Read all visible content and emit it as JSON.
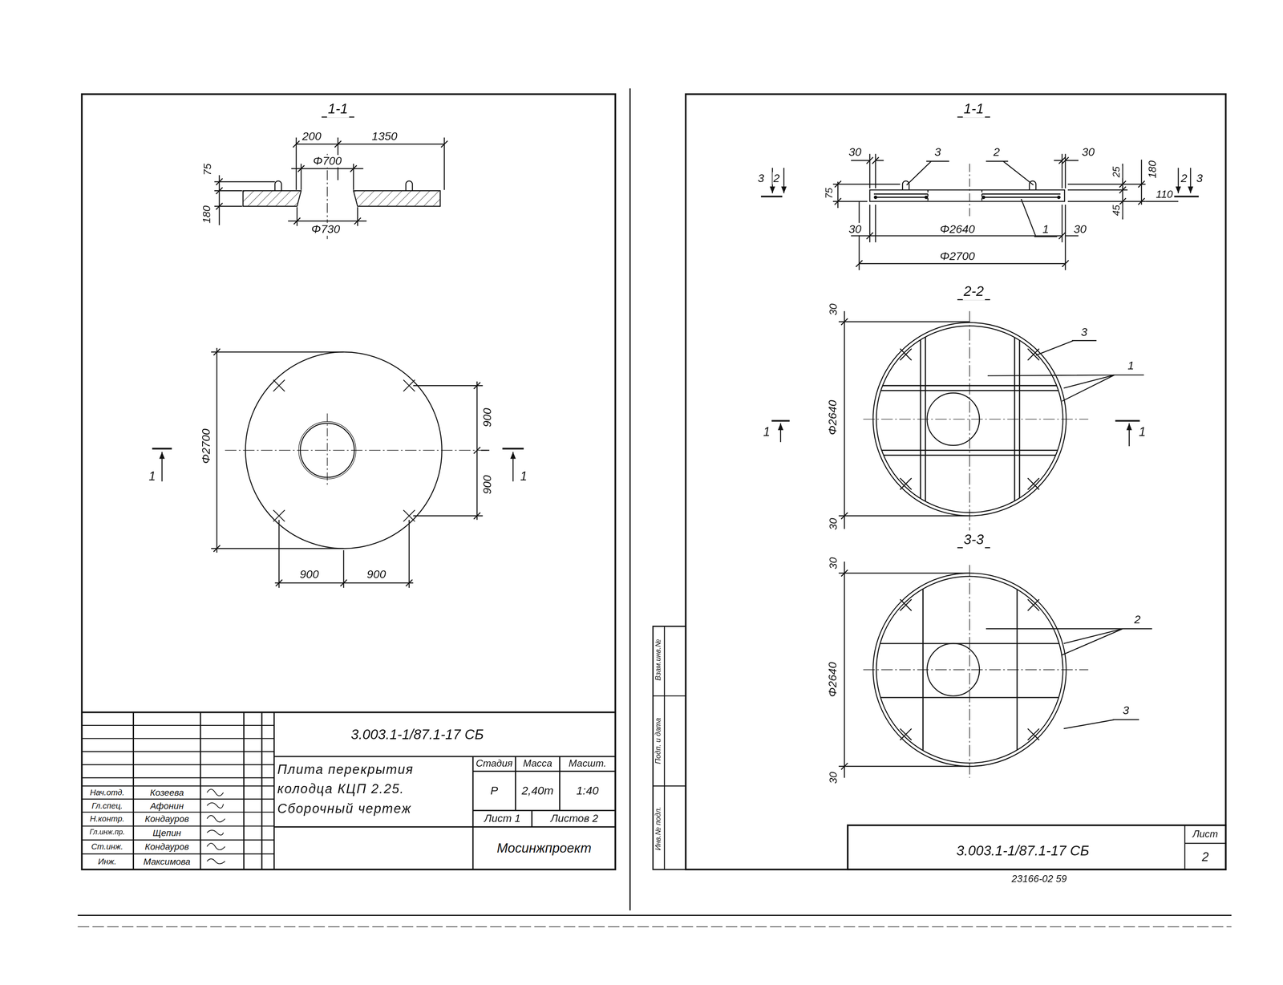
{
  "diagram": {
    "labels": [
      "1-1",
      "200",
      "1350",
      "Φ700",
      "75",
      "180",
      "Φ730",
      "Φ2700",
      "900",
      "900",
      "900",
      "900",
      "1",
      "1",
      "3.003.1-1/87.1-17 СБ",
      "Плита перекрытия колодца КЦП 2.25. Сборочный чертеж",
      "Стадия",
      "Масса",
      "Масшт.",
      "Р",
      "2,40т",
      "1:40",
      "Лист 1",
      "Листов 2",
      "Мосинжпроект",
      "Нач.отд.",
      "Козеева",
      "Гл.спец.",
      "Афонин",
      "Н.контр.",
      "Кондауров",
      "Гл.инж.пр.",
      "Щепин",
      "Ст.инж.",
      "Кондауров",
      "Инж.",
      "Максимова",
      "1-1",
      "30",
      "3",
      "2",
      "30",
      "3",
      "2",
      "180",
      "25",
      "75",
      "110",
      "45",
      "2",
      "3",
      "30",
      "Φ2640",
      "1",
      "30",
      "Φ2700",
      "2-2",
      "30",
      "3",
      "1",
      "1",
      "Φ2640",
      "1",
      "30",
      "3-3",
      "30",
      "2",
      "Φ2640",
      "3",
      "30",
      "Инв.№ подл.",
      "Подп. и дата",
      "Взам.инв.№",
      "3.003.1-1/87.1-17 СБ",
      "Лист",
      "2",
      "23166-02 59"
    ]
  }
}
